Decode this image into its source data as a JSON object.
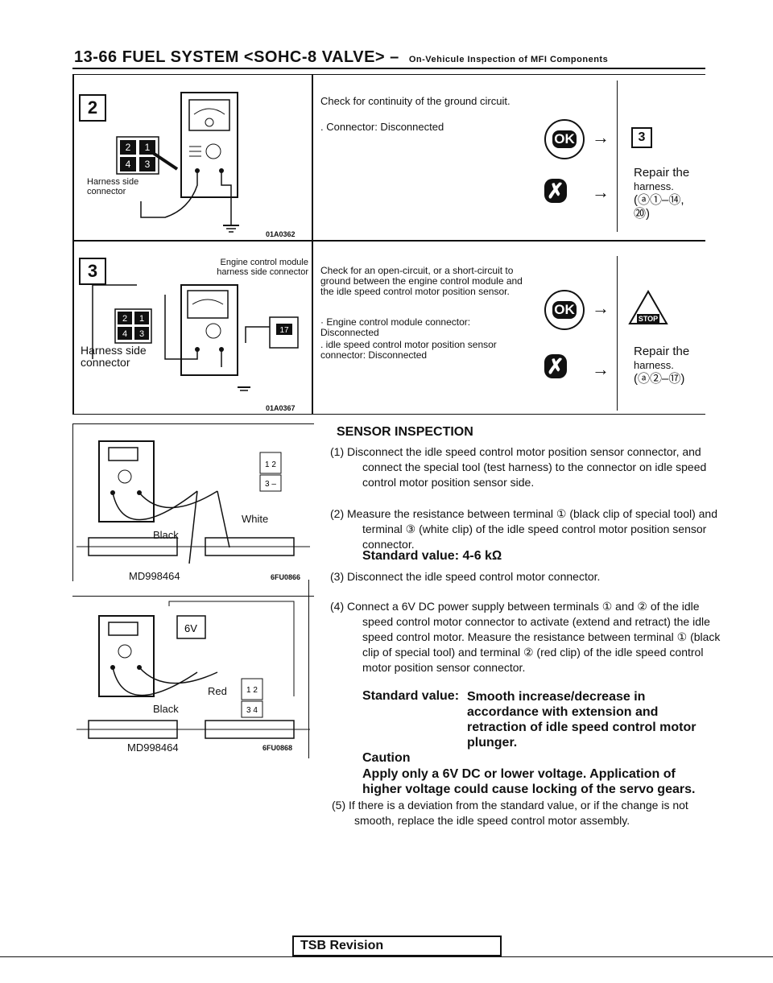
{
  "header": {
    "title": "13-66 FUEL SYSTEM <SOHC-8 VALVE> –",
    "subtitle": "On-Vehicule Inspection of MFI Components"
  },
  "step2": {
    "number": "2",
    "diagram": {
      "harness_label": "Harness side connector",
      "code": "01A0362",
      "pins": [
        "2",
        "1",
        "4",
        "3"
      ]
    },
    "text": "Check for continuity of the ground circuit.",
    "bullet": ". Connector: Disconnected",
    "ok_label": "OK",
    "ok_next": "3",
    "ng_action_line1": "Repair the",
    "ng_action_line2": "harness.",
    "ng_action_line3": "(ⓐ①–⑭,",
    "ng_action_line4": "⑳)"
  },
  "step3": {
    "number": "3",
    "diagram": {
      "ecm_label": "Engine control module harness side connector",
      "harness_label": "Harness side connector",
      "code": "01A0367",
      "pin17": "17",
      "pins": [
        "2",
        "1",
        "4",
        "3"
      ]
    },
    "text": "Check for an open-circuit, or a short-circuit to ground between the engine control module and the idle speed control motor position sensor.",
    "bullet1": "· Engine control module connector: Disconnected",
    "bullet2": ". idle speed control motor position sensor connector: Disconnected",
    "ok_label": "OK",
    "ok_next": "STOP",
    "ng_action_line1": "Repair the",
    "ng_action_line2": "harness.",
    "ng_action_line3": "(ⓐ②–⑰)"
  },
  "fig1": {
    "white_label": "White",
    "black_label": "Black",
    "part": "MD998464",
    "code": "6FU0866",
    "pins": [
      "1",
      "2",
      "3",
      "–"
    ]
  },
  "fig2": {
    "red_label": "Red",
    "black_label": "Black",
    "part": "MD998464",
    "code": "6FU0868",
    "battery": "6V",
    "pins": [
      "1",
      "2",
      "3",
      "4"
    ]
  },
  "sensor": {
    "title": "SENSOR INSPECTION",
    "p1": "(1) Disconnect the idle speed control motor position sensor connector, and connect the special tool (test harness) to the connector on idle speed control motor position sensor side.",
    "p2": "(2) Measure the resistance between terminal ① (black clip of special tool) and terminal ③ (white clip) of the idle speed control motor position sensor connector.",
    "std1": "Standard value: 4-6 kΩ",
    "p3": "(3) Disconnect the idle speed control motor connector.",
    "p4": "(4) Connect a 6V DC power supply between terminals ① and ② of the idle speed control motor connector to activate (extend and retract) the idle speed control motor. Measure the resistance between terminal ① (black clip of special tool) and terminal ② (red clip) of the idle speed control motor position sensor connector.",
    "std2_label": "Standard value:",
    "std2_value": "Smooth increase/decrease in accordance with extension and retraction of idle speed control motor plunger.",
    "caution_title": "Caution",
    "caution_text": "Apply only a 6V DC or lower voltage. Application of higher voltage could cause locking of the servo gears.",
    "p5": "(5) If there is a deviation from the standard value, or if the change is not smooth, replace the idle speed control motor assembly."
  },
  "footer": {
    "label": "TSB Revision"
  }
}
